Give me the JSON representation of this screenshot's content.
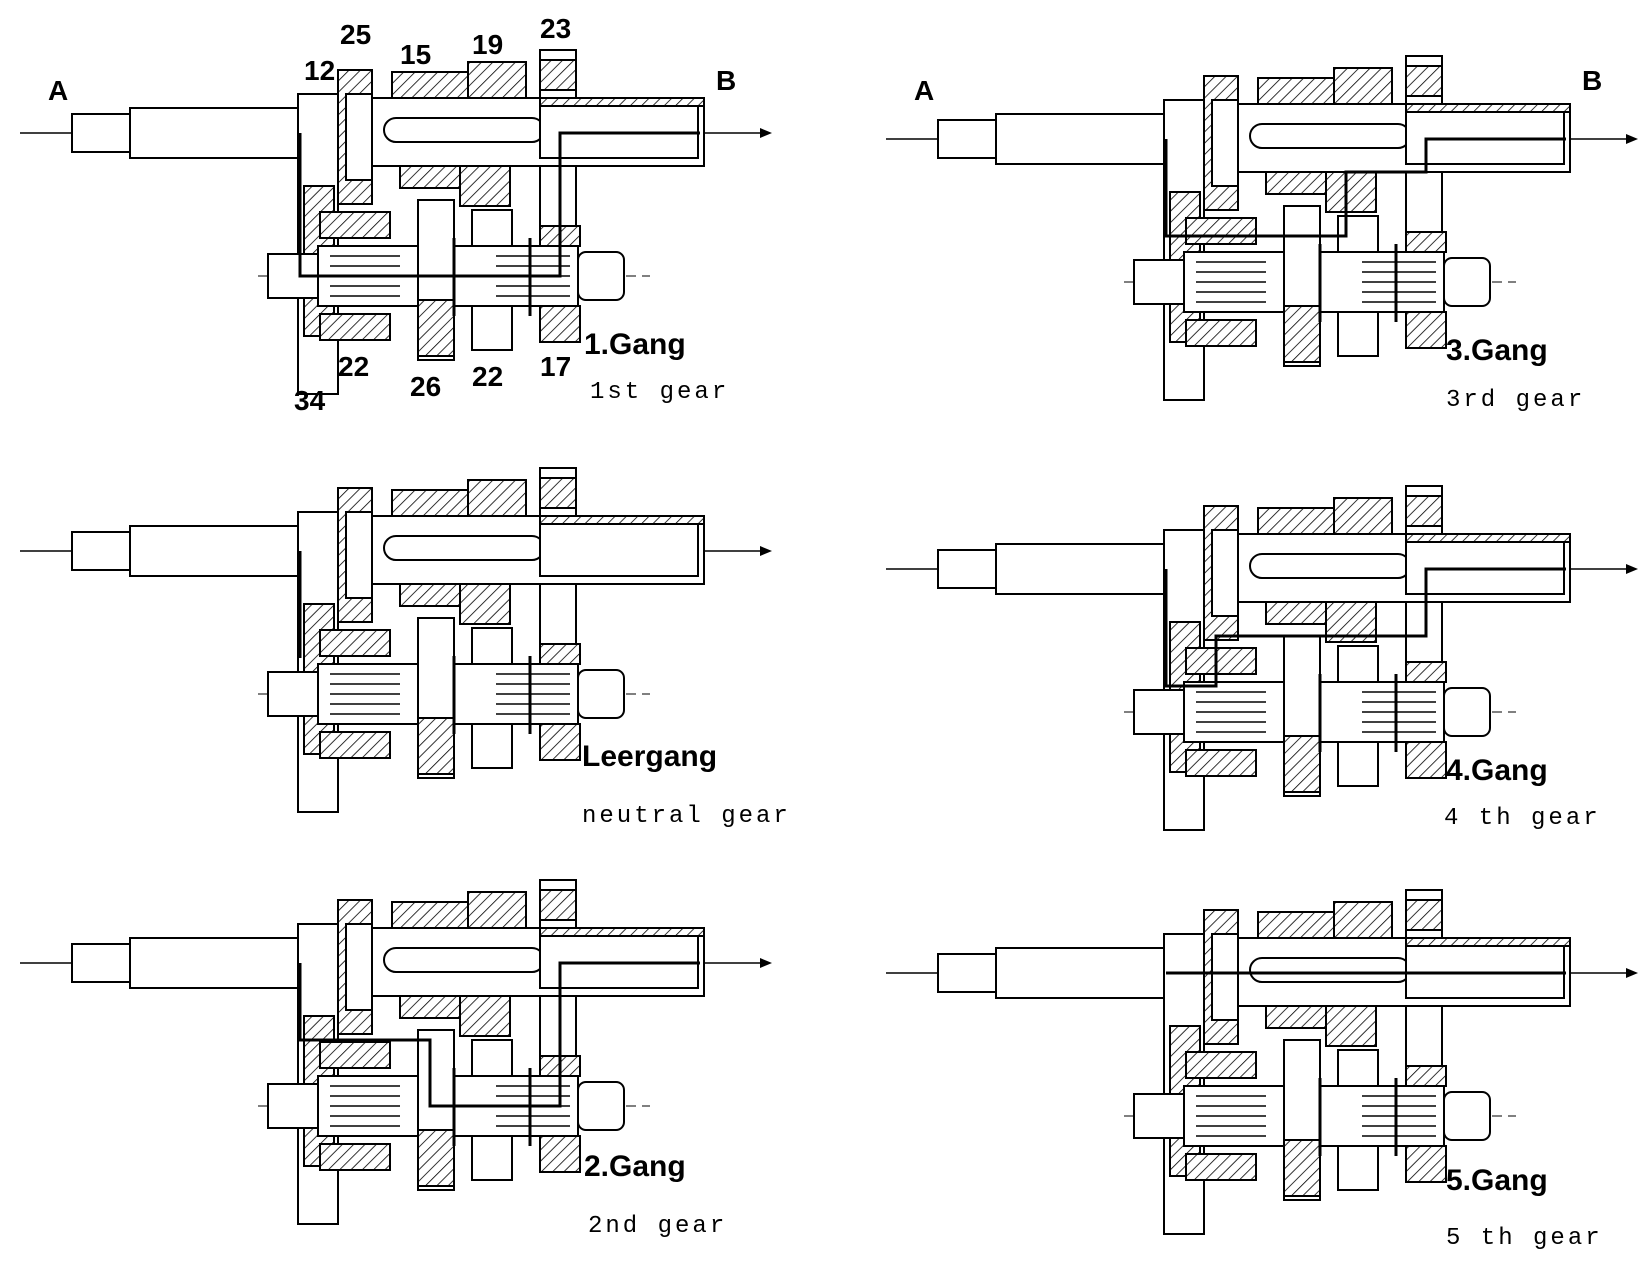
{
  "diagrams": [
    {
      "id": "gear1",
      "label_de": "1.Gang",
      "label_en": "1st gear",
      "end_a": "A",
      "end_b": "B",
      "parts": [
        "12",
        "25",
        "15",
        "19",
        "23",
        "22",
        "26",
        "22",
        "17",
        "34"
      ]
    },
    {
      "id": "neutral",
      "label_de": "Leergang",
      "label_en": "neutral gear"
    },
    {
      "id": "gear2",
      "label_de": "2.Gang",
      "label_en": "2nd gear"
    },
    {
      "id": "gear3",
      "label_de": "3.Gang",
      "label_en": "3rd gear",
      "end_a": "A",
      "end_b": "B"
    },
    {
      "id": "gear4",
      "label_de": "4.Gang",
      "label_en": "4 th gear"
    },
    {
      "id": "gear5",
      "label_de": "5.Gang",
      "label_en": "5 th gear"
    }
  ],
  "colors": {
    "ink": "#000000",
    "paper": "#ffffff",
    "hatch": "#000000"
  }
}
